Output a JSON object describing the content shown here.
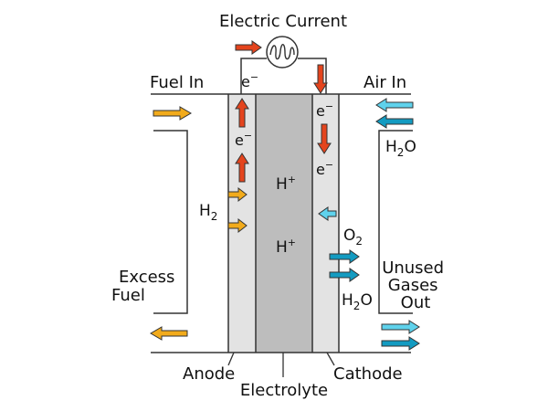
{
  "title": "Electric Current",
  "labels": {
    "fuel_in": "Fuel In",
    "air_in": "Air In",
    "excess_fuel_line1": "Excess",
    "excess_fuel_line2": "Fuel",
    "unused_gases_line1": "Unused",
    "unused_gases_line2": "Gases",
    "unused_gases_line3": "Out",
    "anode": "Anode",
    "electrolyte": "Electrolyte",
    "cathode": "Cathode"
  },
  "species": {
    "electron_symbol": "e",
    "electron_charge": "−",
    "proton_symbol": "H",
    "proton_charge": "+",
    "hydrogen_symbol": "H",
    "hydrogen_sub": "2",
    "oxygen_symbol": "O",
    "oxygen_sub": "2",
    "water_left": "H",
    "water_sub": "2",
    "water_right": "O"
  },
  "colors": {
    "electron_arrow": "#e4441d",
    "fuel_arrow": "#f2ab1b",
    "air_arrow_light": "#5fd2ec",
    "air_arrow_dark": "#139bc1",
    "electrode": "#e3e3e3",
    "electrolyte": "#bdbdbd",
    "line": "#333333"
  },
  "icons": {
    "load": "light-bulb-filament-icon"
  }
}
